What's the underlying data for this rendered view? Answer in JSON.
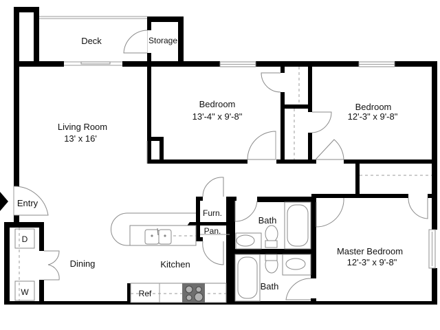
{
  "floorplan": {
    "rooms": {
      "deck": {
        "name": "Deck"
      },
      "storage": {
        "name": "Storage"
      },
      "living_room": {
        "name": "Living Room",
        "dimensions": "13' x 16'"
      },
      "bedroom_1": {
        "name": "Bedroom",
        "dimensions": "13'-4\" x 9'-8\""
      },
      "bedroom_2": {
        "name": "Bedroom",
        "dimensions": "12'-3\" x 9'-8\""
      },
      "entry": {
        "name": "Entry"
      },
      "dining": {
        "name": "Dining"
      },
      "kitchen": {
        "name": "Kitchen"
      },
      "furnace": {
        "name": "Furn."
      },
      "pantry": {
        "name": "Pan."
      },
      "bath_1": {
        "name": "Bath"
      },
      "bath_2": {
        "name": "Bath"
      },
      "master_bedroom": {
        "name": "Master Bedroom",
        "dimensions": "12'-3\" x 9'-8\""
      },
      "dryer": {
        "name": "D"
      },
      "washer": {
        "name": "W"
      },
      "refrigerator": {
        "name": "Ref"
      }
    },
    "colors": {
      "wall": "#000000",
      "background": "#ffffff",
      "fixture_line": "#8a8a8a",
      "cooktop": "#6e6e6e"
    }
  }
}
